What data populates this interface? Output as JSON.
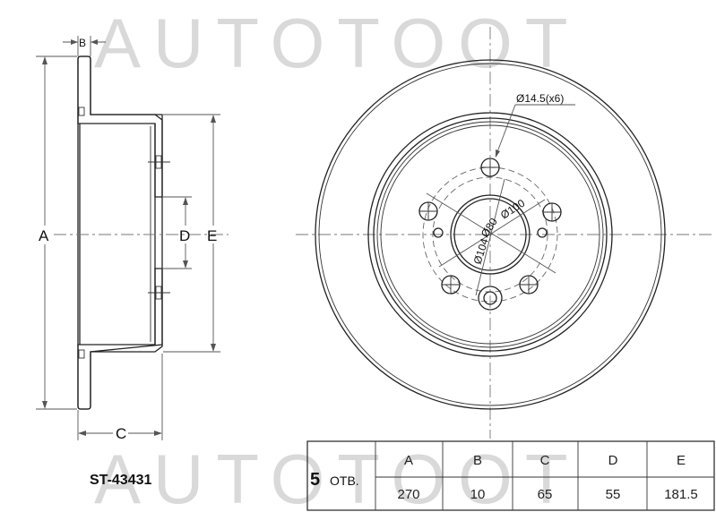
{
  "watermark": "AUTOTOOT",
  "part_number": "ST-43431",
  "side_view": {
    "labels": {
      "a": "A",
      "b": "B",
      "c": "C",
      "d": "D",
      "e": "E"
    }
  },
  "front_view": {
    "hole_callout": "Ø14.5(x6)",
    "pcd_label": "Ø100",
    "center_bore_label": "Ø80",
    "hub_label": "Ø104"
  },
  "spec_table": {
    "holes_count": "5",
    "holes_suffix": "ОТВ.",
    "headers": [
      "A",
      "B",
      "C",
      "D",
      "E"
    ],
    "values": [
      "270",
      "10",
      "65",
      "55",
      "181.5"
    ]
  }
}
